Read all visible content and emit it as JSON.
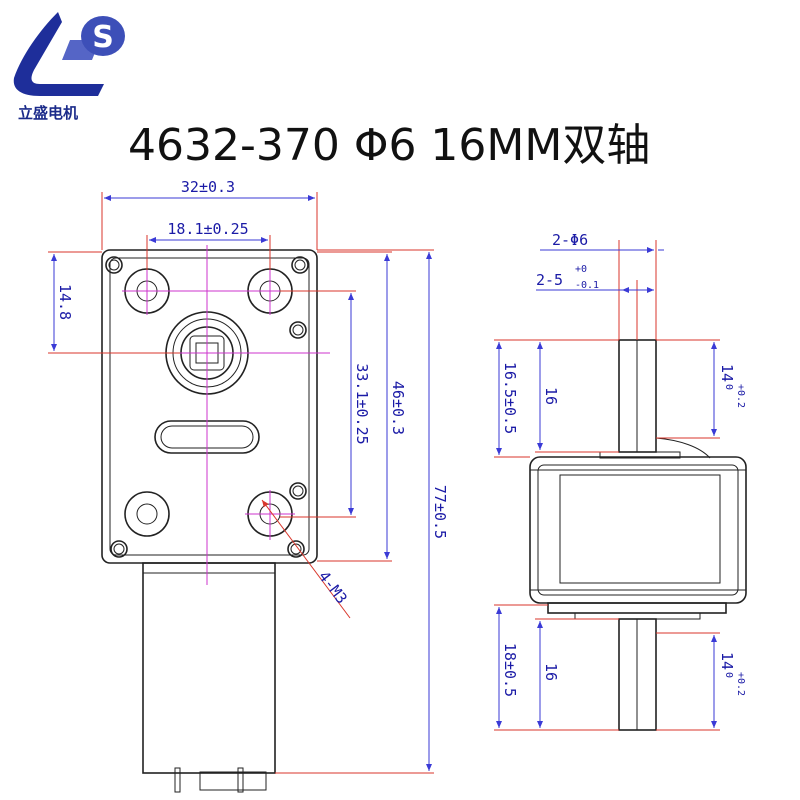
{
  "brand": {
    "logo_letter": "S",
    "name": "立盛电机"
  },
  "title": "4632-370  Φ6  16MM双轴",
  "front_view": {
    "dim_width": "32±0.3",
    "dim_hole_spacing_x": "18.1±0.25",
    "dim_offset_left": "14.8",
    "dim_hole_spacing_y": "33.1±0.25",
    "dim_height": "46±0.3",
    "dim_total_length": "77±0.5",
    "dim_screw": "4-M3"
  },
  "side_view": {
    "dim_shaft_dia": "2-Φ6",
    "dim_flat_base": "2-5",
    "dim_flat_sup": "+0",
    "dim_flat_sub": "-0.1",
    "dim_top_outer": "16.5±0.5",
    "dim_top_inner": "16",
    "dim_top_flat_base": "14",
    "dim_top_flat_sup": "+0.2",
    "dim_top_flat_sub": "0",
    "dim_bottom_outer": "18±0.5",
    "dim_bottom_inner": "16",
    "dim_bottom_flat_base": "14",
    "dim_bottom_flat_sup": "+0.2",
    "dim_bottom_flat_sub": "0"
  }
}
